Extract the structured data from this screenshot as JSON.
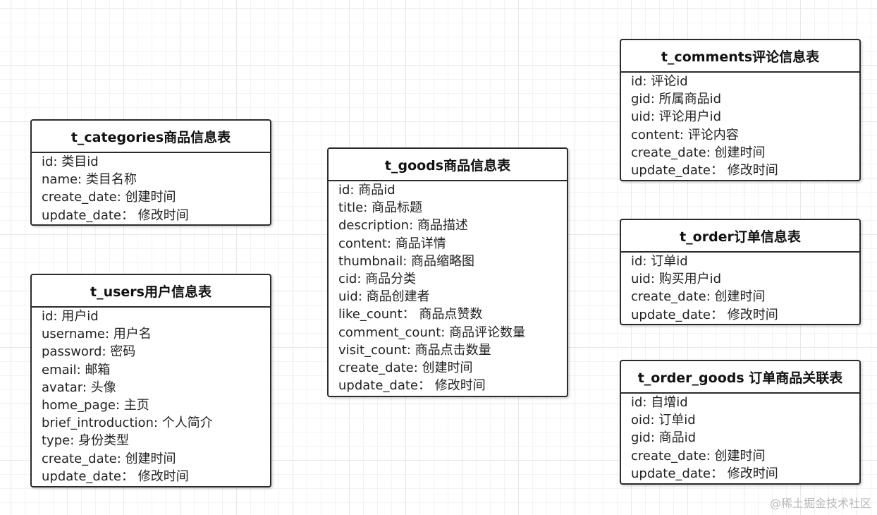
{
  "tables": [
    {
      "id": "categories",
      "title": "t_categories商品信息表",
      "fields": [
        "id: 类目id",
        "name: 类目名称",
        "create_date: 创建时间",
        "update_date： 修改时间"
      ]
    },
    {
      "id": "users",
      "title": "t_users用户信息表",
      "fields": [
        "id: 用户id",
        "username: 用户名",
        "password: 密码",
        "email: 邮箱",
        "avatar: 头像",
        "home_page: 主页",
        "brief_introduction: 个人简介",
        "type: 身份类型",
        "create_date: 创建时间",
        "update_date： 修改时间"
      ]
    },
    {
      "id": "goods",
      "title": "t_goods商品信息表",
      "fields": [
        "id: 商品id",
        "title: 商品标题",
        "description: 商品描述",
        "content: 商品详情",
        "thumbnail: 商品缩略图",
        "cid: 商品分类",
        "uid: 商品创建者",
        "like_count： 商品点赞数",
        "comment_count: 商品评论数量",
        "visit_count: 商品点击数量",
        "create_date: 创建时间",
        "update_date： 修改时间"
      ]
    },
    {
      "id": "comments",
      "title": "t_comments评论信息表",
      "fields": [
        "id: 评论id",
        "gid: 所属商品id",
        "uid: 评论用户id",
        "content: 评论内容",
        "create_date: 创建时间",
        "update_date： 修改时间"
      ]
    },
    {
      "id": "order",
      "title": "t_order订单信息表",
      "fields": [
        "id: 订单id",
        "uid: 购买用户id",
        "create_date: 创建时间",
        "update_date： 修改时间"
      ]
    },
    {
      "id": "order-goods",
      "title": "t_order_goods 订单商品关联表",
      "fields": [
        "id: 自增id",
        "oid: 订单id",
        "gid: 商品id",
        "create_date: 创建时间",
        "update_date： 修改时间"
      ]
    }
  ],
  "watermark": "@稀土掘金技术社区"
}
